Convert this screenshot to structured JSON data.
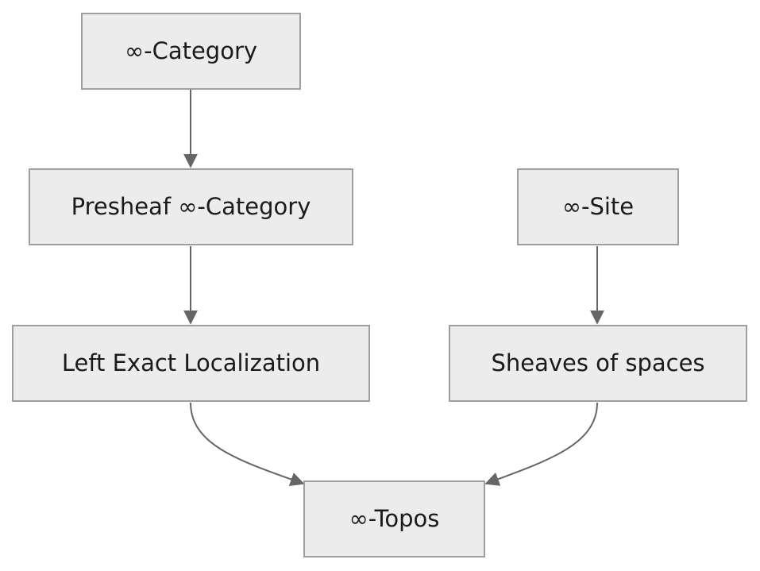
{
  "diagram": {
    "type": "flowchart",
    "direction": "top-to-bottom",
    "colors": {
      "node_fill": "#ececec",
      "node_border": "#9f9f9f",
      "edge": "#666666",
      "text": "#1a1a1a",
      "background": "#ffffff"
    },
    "nodes": {
      "infinity_category": {
        "label": "∞-Category"
      },
      "presheaf_category": {
        "label": "Presheaf ∞-Category"
      },
      "infinity_site": {
        "label": "∞-Site"
      },
      "left_exact_localization": {
        "label": "Left Exact Localization"
      },
      "sheaves_of_spaces": {
        "label": "Sheaves of spaces"
      },
      "infinity_topos": {
        "label": "∞-Topos"
      }
    },
    "edges": [
      {
        "from": "infinity_category",
        "to": "presheaf_category"
      },
      {
        "from": "presheaf_category",
        "to": "left_exact_localization"
      },
      {
        "from": "infinity_site",
        "to": "sheaves_of_spaces"
      },
      {
        "from": "left_exact_localization",
        "to": "infinity_topos"
      },
      {
        "from": "sheaves_of_spaces",
        "to": "infinity_topos"
      }
    ]
  }
}
